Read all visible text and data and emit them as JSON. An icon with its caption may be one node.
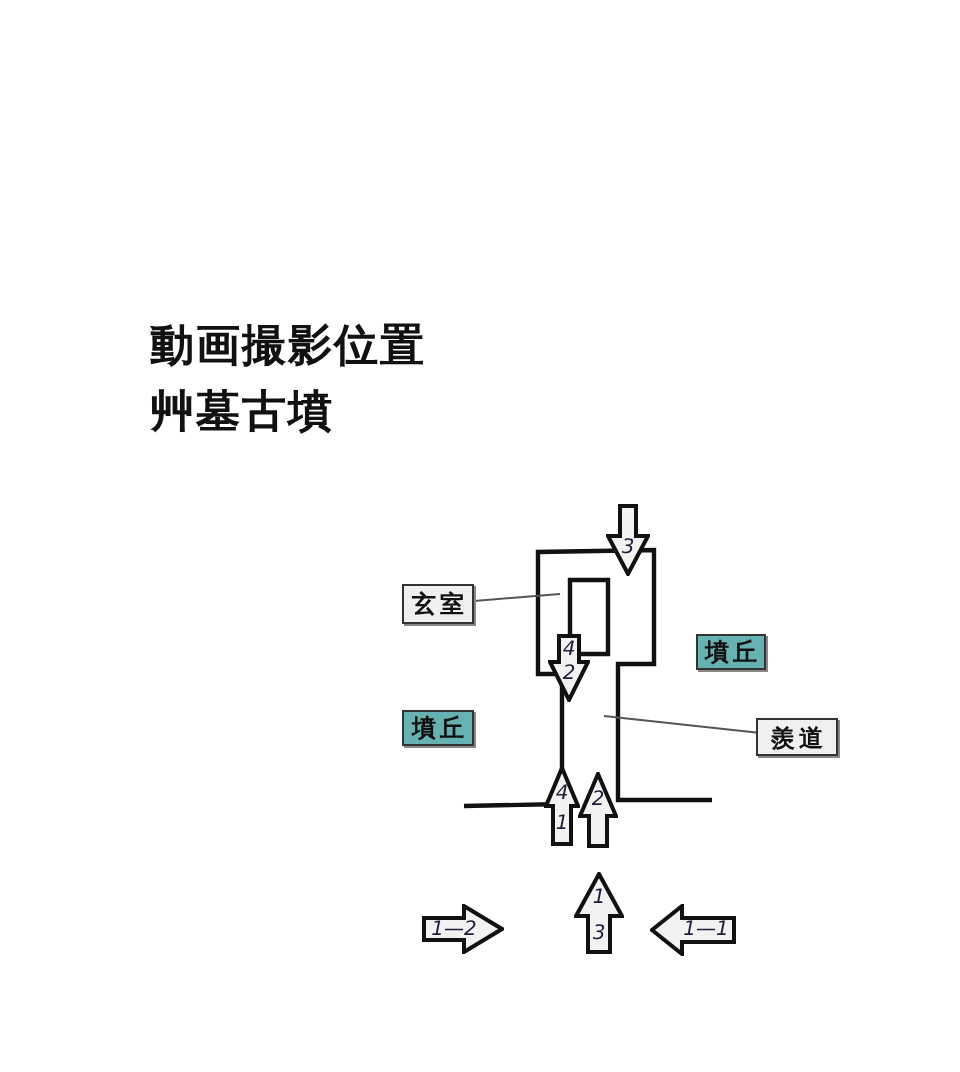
{
  "diagram": {
    "title": "動画撮影位置",
    "nodes": [
      {
        "text": [
          "3"
        ]
      },
      {
        "text": [
          "玄室"
        ]
      },
      {
        "text": [
          "墳丘"
        ]
      },
      {
        "text": [
          "4",
          "2"
        ]
      },
      {
        "text": [
          "墳丘"
        ]
      },
      {
        "text": [
          "羨道"
        ]
      },
      {
        "text": [
          "4",
          "1"
        ]
      },
      {
        "text": [
          "2"
        ]
      },
      {
        "text": [
          "1—2"
        ]
      },
      {
        "text": [
          "1",
          "3"
        ]
      },
      {
        "text": [
          "1—1"
        ]
      }
    ],
    "edges": [
      {
        "from": 1,
        "to": null,
        "arrow": "none"
      },
      {
        "from": 5,
        "to": null,
        "arrow": "none"
      }
    ],
    "labels": [
      "艸墓古墳"
    ]
  }
}
